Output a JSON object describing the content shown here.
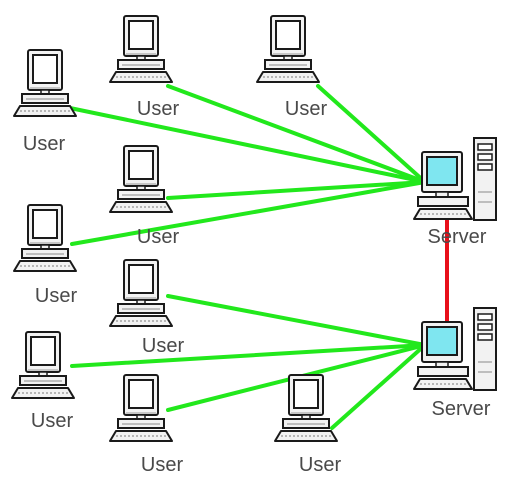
{
  "colors": {
    "user_link": "#22e81c",
    "server_link": "#e8101a",
    "server_screen": "#7fe6f0",
    "device_body": "#f2f2f2",
    "device_outline": "#1a1a1a",
    "label_text": "#4a4a4a"
  },
  "nodes": [
    {
      "id": "user-1",
      "kind": "user",
      "icon": "desktop-computer-icon",
      "label": "User"
    },
    {
      "id": "user-2",
      "kind": "user",
      "icon": "desktop-computer-icon",
      "label": "User"
    },
    {
      "id": "user-3",
      "kind": "user",
      "icon": "desktop-computer-icon",
      "label": "User"
    },
    {
      "id": "user-4",
      "kind": "user",
      "icon": "desktop-computer-icon",
      "label": "User"
    },
    {
      "id": "user-5",
      "kind": "user",
      "icon": "desktop-computer-icon",
      "label": "User"
    },
    {
      "id": "user-6",
      "kind": "user",
      "icon": "desktop-computer-icon",
      "label": "User"
    },
    {
      "id": "user-7",
      "kind": "user",
      "icon": "desktop-computer-icon",
      "label": "User"
    },
    {
      "id": "user-8",
      "kind": "user",
      "icon": "desktop-computer-icon",
      "label": "User"
    },
    {
      "id": "user-9",
      "kind": "user",
      "icon": "desktop-computer-icon",
      "label": "User"
    },
    {
      "id": "user-10",
      "kind": "user",
      "icon": "desktop-computer-icon",
      "label": "User"
    },
    {
      "id": "server-1",
      "kind": "server",
      "icon": "server-computer-icon",
      "label": "Server"
    },
    {
      "id": "server-2",
      "kind": "server",
      "icon": "server-computer-icon",
      "label": "Server"
    }
  ],
  "links": [
    {
      "from": "user-1",
      "to": "server-1",
      "kind": "user"
    },
    {
      "from": "user-2",
      "to": "server-1",
      "kind": "user"
    },
    {
      "from": "user-3",
      "to": "server-1",
      "kind": "user"
    },
    {
      "from": "user-4",
      "to": "server-1",
      "kind": "user"
    },
    {
      "from": "user-5",
      "to": "server-1",
      "kind": "user"
    },
    {
      "from": "user-6",
      "to": "server-2",
      "kind": "user"
    },
    {
      "from": "user-7",
      "to": "server-2",
      "kind": "user"
    },
    {
      "from": "user-8",
      "to": "server-2",
      "kind": "user"
    },
    {
      "from": "user-9",
      "to": "server-2",
      "kind": "user"
    },
    {
      "from": "server-1",
      "to": "server-2",
      "kind": "server"
    }
  ]
}
